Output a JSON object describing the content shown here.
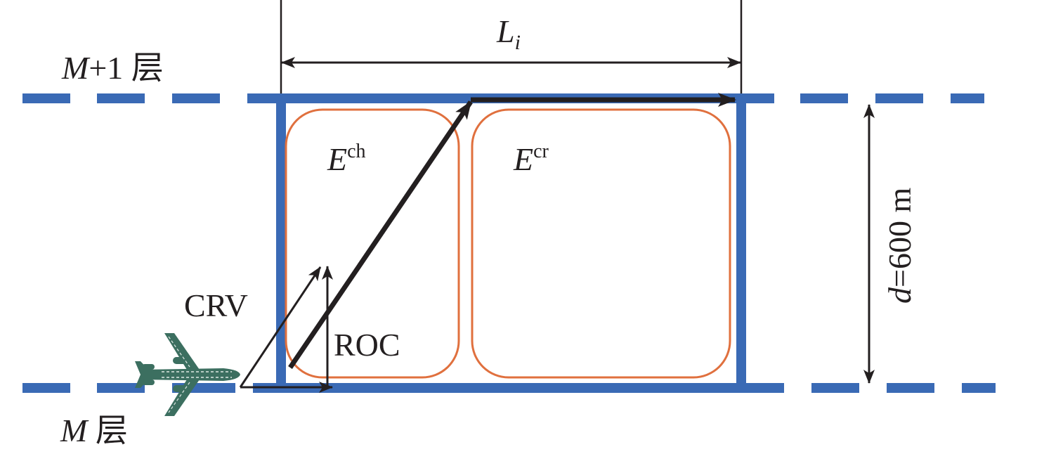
{
  "labels": {
    "upper_layer": {
      "var": "M",
      "suffix": "+1 层"
    },
    "lower_layer": {
      "var": "M",
      "suffix": " 层"
    },
    "segment_length": {
      "base": "L",
      "sub": "i"
    },
    "climb_region": {
      "base": "E",
      "sup": "ch"
    },
    "cruise_region": {
      "base": "E",
      "sup": "cr"
    },
    "crv": "CRV",
    "roc": "ROC",
    "separation": {
      "var": "d",
      "text": "=600 m"
    }
  },
  "icons": {
    "aircraft": "airplane-icon"
  },
  "colors": {
    "layer_line": "#3a6ab5",
    "region_outline": "#e0703e",
    "arrow": "#231f20",
    "aircraft": "#3c6f60"
  }
}
